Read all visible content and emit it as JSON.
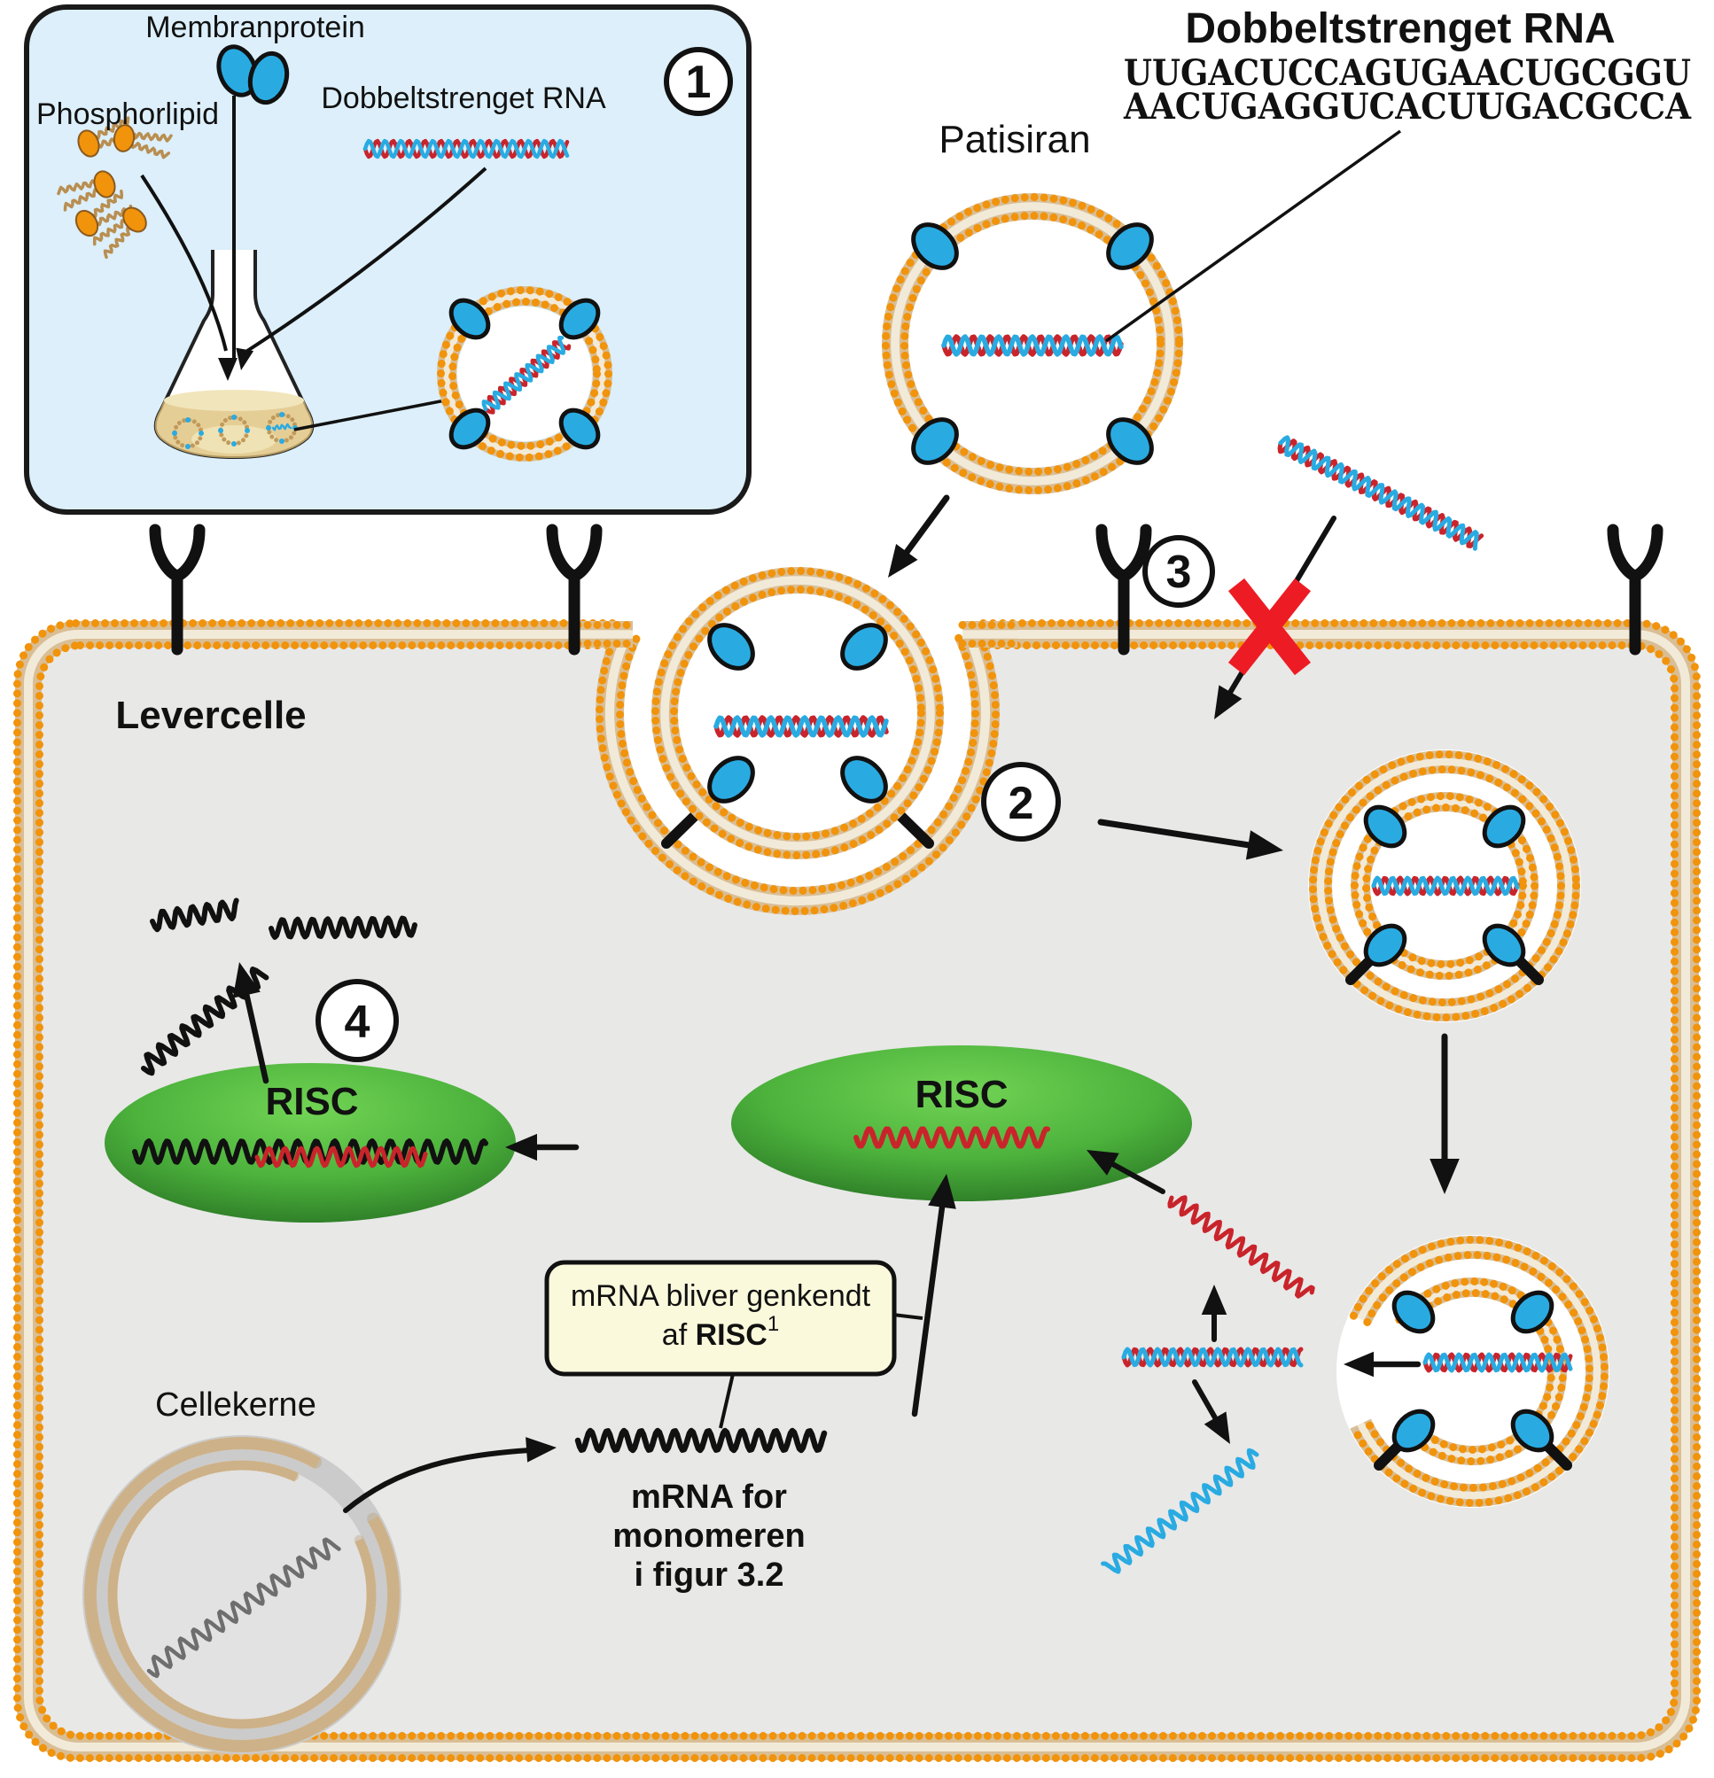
{
  "colors": {
    "membrane_orange": "#F1930B",
    "membrane_tan": "#D9BE95",
    "membrane_cream": "#F2EAD9",
    "protein_blue": "#29ABE2",
    "rna_red": "#C9242B",
    "rna_blue": "#29ABE2",
    "x_red": "#ED1C24",
    "risc_green_light": "#72D455",
    "risc_green_dark": "#175517",
    "cell_gray": "#E8E8E7",
    "panel_blue": "#DCEFFA",
    "note_yellow": "#FBF9DC",
    "levercelle": "#2E3192",
    "flask_liquid": "#E5CE96"
  },
  "panel1": {
    "membranprotein": "Membranprotein",
    "phosphorlipid": "Phosphorlipid",
    "dsrna": "Dobbeltstrenget RNA"
  },
  "top_right": {
    "title": "Dobbeltstrenget RNA",
    "seq_red": "UUGACUCCAGUGAACUGCGGU",
    "seq_blue": "AACUGAGGUCACUUGACGCCA",
    "drug": "Patisiran"
  },
  "cell": {
    "label": "Levercelle",
    "nucleus_label": "Cellekerne"
  },
  "steps": {
    "s1": "1",
    "s2": "2",
    "s3": "3",
    "s4": "4"
  },
  "risc": {
    "label": "RISC"
  },
  "note": {
    "line1": "mRNA bliver genkendt",
    "line2_pre": "af ",
    "line2_bold": "RISC",
    "line2_sup": "1"
  },
  "mrna_label": {
    "line1": "mRNA for",
    "line2": "monomeren",
    "line3": "i figur 3.2"
  }
}
